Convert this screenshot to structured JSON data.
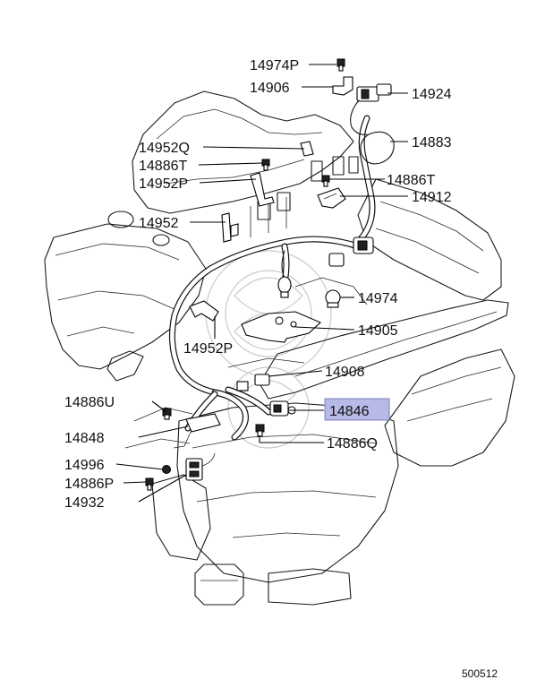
{
  "diagram": {
    "reference_number": "500512",
    "highlight_color": "#b7b9e6",
    "labels": [
      {
        "id": "14974P",
        "text": "14974P"
      },
      {
        "id": "14906",
        "text": "14906"
      },
      {
        "id": "14924",
        "text": "14924"
      },
      {
        "id": "14883",
        "text": "14883"
      },
      {
        "id": "14952Q",
        "text": "14952Q"
      },
      {
        "id": "14886T_left",
        "text": "14886T"
      },
      {
        "id": "14886T_right",
        "text": "14886T"
      },
      {
        "id": "14952P_top",
        "text": "14952P"
      },
      {
        "id": "14912",
        "text": "14912"
      },
      {
        "id": "14952",
        "text": "14952"
      },
      {
        "id": "14974",
        "text": "14974"
      },
      {
        "id": "14905",
        "text": "14905"
      },
      {
        "id": "14952P_bottom",
        "text": "14952P"
      },
      {
        "id": "14908",
        "text": "14908"
      },
      {
        "id": "14886U",
        "text": "14886U"
      },
      {
        "id": "14846",
        "text": "14846",
        "highlighted": true
      },
      {
        "id": "14848",
        "text": "14848"
      },
      {
        "id": "14886Q",
        "text": "14886Q"
      },
      {
        "id": "14996",
        "text": "14996"
      },
      {
        "id": "14886P",
        "text": "14886P"
      },
      {
        "id": "14932",
        "text": "14932"
      }
    ]
  }
}
